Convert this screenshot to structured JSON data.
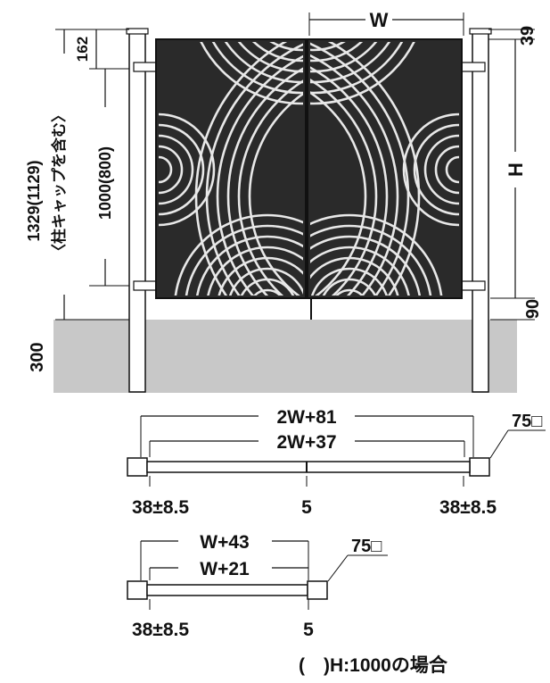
{
  "front": {
    "width_label": "W",
    "height_label": "H",
    "top_right_label": "39",
    "bottom_right_label": "90",
    "ground_label": "300",
    "left_top_label": "162",
    "left_total_label": "1329(1129)",
    "left_total_note": "〈柱キャップを含む〉",
    "left_panel_label": "1000(800)"
  },
  "plan_double": {
    "outer_label": "2W+81",
    "inner_label": "2W+37",
    "post_label": "75□",
    "left_offset_label": "38±8.5",
    "center_gap_label": "5",
    "right_offset_label": "38±8.5"
  },
  "plan_single": {
    "outer_label": "W+43",
    "inner_label": "W+21",
    "post_label": "75□",
    "left_offset_label": "38±8.5",
    "gap_label": "5"
  },
  "note": "(　)H:1000の場合",
  "colors": {
    "ground": "#c8c8c8",
    "panel": "#2a2a2a",
    "stroke": "#111111"
  }
}
